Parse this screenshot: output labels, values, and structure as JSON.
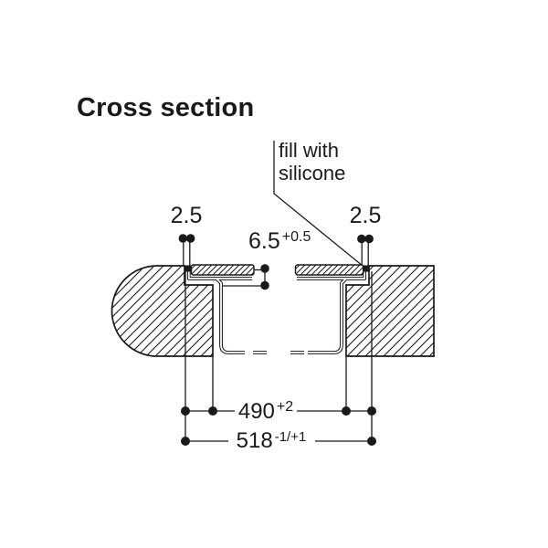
{
  "labels": {
    "title": "Cross section"
  },
  "annotation": {
    "line1": "fill with",
    "line2": "silicone"
  },
  "dims": {
    "joint_left": {
      "value": "2.5"
    },
    "joint_right": {
      "value": "2.5"
    },
    "recess_depth": {
      "value": "6.5",
      "tolerance": "+0.5"
    },
    "cutout_width": {
      "value": "490",
      "tolerance": "+2"
    },
    "overall_width": {
      "value": "518",
      "tolerance": "-1/+1"
    }
  },
  "colors": {
    "line": "#1a1a1a",
    "background": "#ffffff"
  }
}
